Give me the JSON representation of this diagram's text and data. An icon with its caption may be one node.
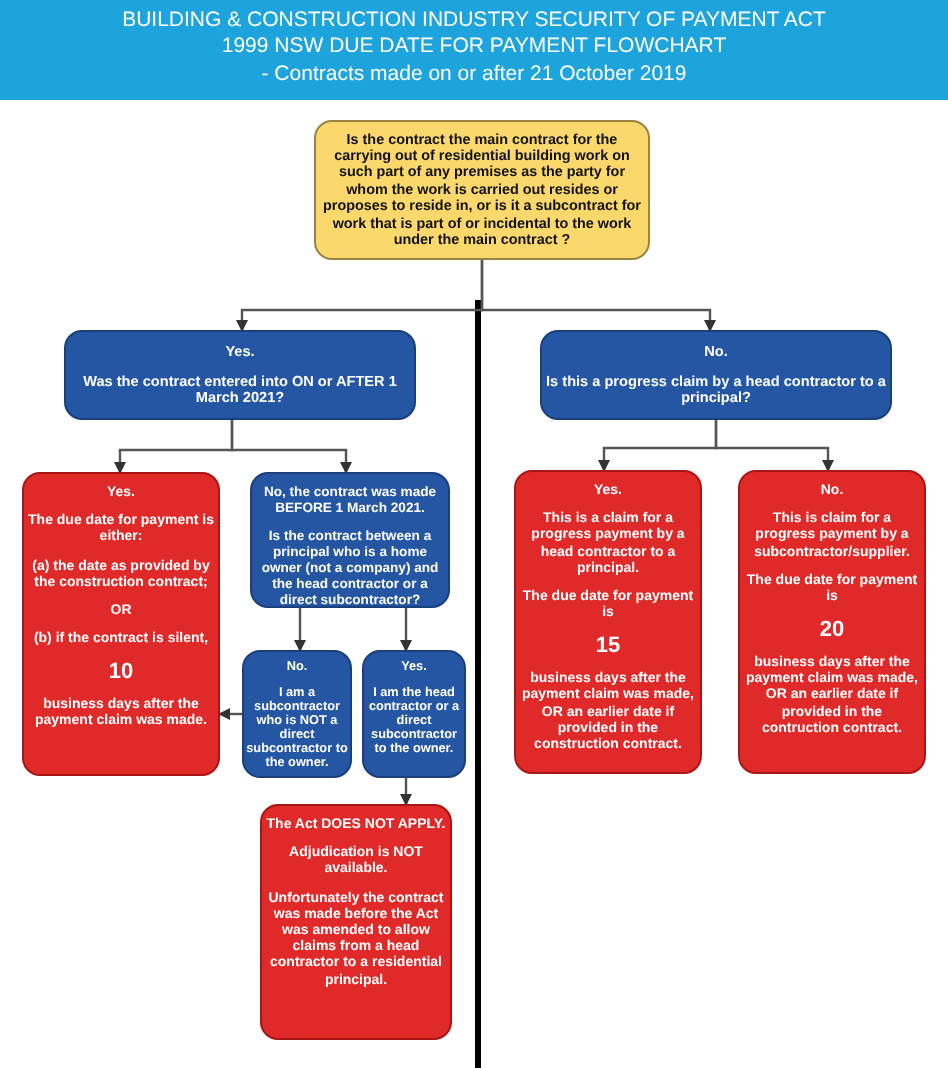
{
  "diagram": {
    "title": "BUILDING & CONSTRUCTION INDUSTRY SECURITY OF PAYMENT ACT 1999 NSW DUE DATE FOR PAYMENT FLOWCHART",
    "nodes": [
      {
        "text": [
          "Is the contract the main contract for the carrying out of residential building work on such part of any premises as the party for whom the work is carried out resides or proposes to reside in, or is it a subcontract for work that is part of or incidental to the work under the main contract ?"
        ]
      },
      {
        "text": [
          "Yes.",
          "Was the contract entered into ON or AFTER 1 March 2021?"
        ]
      },
      {
        "text": [
          "No.",
          "Is this a progress claim by a head contractor to a principal?"
        ]
      },
      {
        "text": [
          "Yes.",
          "The due date for payment is either:",
          "(a) the date as provided by the construction contract;",
          "OR",
          "(b)  if the contract is silent,",
          "10",
          "business days after the payment claim was made."
        ]
      },
      {
        "text": [
          "No, the contract was made BEFORE 1 March 2021.",
          "Is the contract between a principal who is a home owner (not a company) and the head contractor or a direct subcontractor?"
        ]
      },
      {
        "text": [
          "No.",
          "I am a subcontractor who is NOT a direct subcontractor to the owner."
        ]
      },
      {
        "text": [
          "Yes.",
          "I am the head contractor or a direct subcontractor to the owner."
        ]
      },
      {
        "text": [
          "The Act DOES NOT APPLY.",
          "Adjudication is NOT available.",
          "Unfortunately the contract was made before the Act was amended to allow claims from a head contractor to a residential principal."
        ]
      },
      {
        "text": [
          "Yes.",
          "This is a claim for a progress payment by a head contractor to a principal.",
          "The due date for payment is",
          "15",
          "business days after the payment claim was made, OR an earlier date if provided in the construction contract."
        ]
      },
      {
        "text": [
          "No.",
          "This is claim for a progress payment by a subcontractor/supplier.",
          "The due date for payment is",
          "20",
          "business days after the payment claim was made, OR an earlier date if provided in the contruction contract."
        ]
      }
    ],
    "edges": [
      {
        "from": 0,
        "to": 1,
        "arrow": "to"
      },
      {
        "from": 0,
        "to": 2,
        "arrow": "to"
      },
      {
        "from": 1,
        "to": 3,
        "arrow": "to"
      },
      {
        "from": 1,
        "to": 4,
        "arrow": "to"
      },
      {
        "from": 2,
        "to": 8,
        "arrow": "to"
      },
      {
        "from": 2,
        "to": 9,
        "arrow": "to"
      },
      {
        "from": 4,
        "to": 5,
        "arrow": "to"
      },
      {
        "from": 4,
        "to": 6,
        "arrow": "to"
      },
      {
        "from": 5,
        "to": 3,
        "arrow": "to"
      },
      {
        "from": 6,
        "to": 7,
        "arrow": "to"
      }
    ],
    "labels": [
      "- Contracts made on or after 21 October 2019"
    ]
  }
}
